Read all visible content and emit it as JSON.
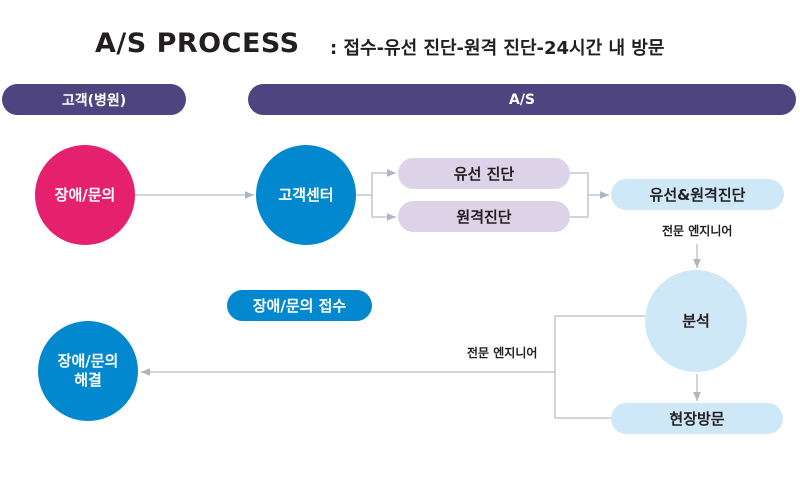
{
  "title": {
    "main": "A/S PROCESS",
    "sub": ": 접수-유선 진단-원격 진단-24시간 내 방문"
  },
  "lanes": {
    "customer": "고객(병원)",
    "as": "A/S"
  },
  "nodes": {
    "issue_inquiry": "장애/문의",
    "customer_center": "고객센터",
    "wired_diagnosis": "유선 진단",
    "remote_diagnosis": "원격진단",
    "combined_diagnosis": "유선&원격진단",
    "analysis": "분석",
    "site_visit": "현장방문",
    "issue_received": "장애/문의 접수",
    "issue_resolved_line1": "장애/문의",
    "issue_resolved_line2": "해결"
  },
  "notes": {
    "engineer_top": "전문 엔지니어",
    "engineer_bottom": "전문 엔지니어"
  },
  "colors": {
    "lane": "#4e4580",
    "pink": "#e5206f",
    "blue": "#0288cf",
    "light_purple": "#dcd3e8",
    "light_blue": "#cfe8f8",
    "connector": "#b8bec8"
  }
}
